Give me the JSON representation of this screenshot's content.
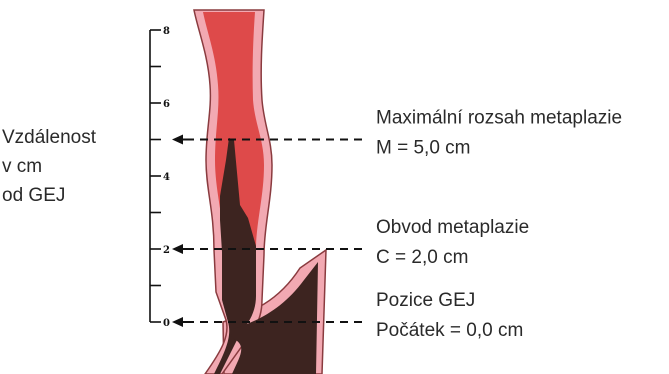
{
  "axis_title": {
    "lines": [
      "Vzdálenost",
      "v cm",
      "od GEJ"
    ]
  },
  "scale": {
    "min": 0,
    "max": 8,
    "labeled_ticks": [
      "0",
      "2",
      "4",
      "6",
      "8"
    ]
  },
  "markers": [
    {
      "id": "maximal-extent",
      "level_cm": 5,
      "line1": "Maximální rozsah metaplazie",
      "line2": "M = 5,0 cm"
    },
    {
      "id": "circumferential",
      "level_cm": 2,
      "line1": "Obvod metaplazie",
      "line2": "C = 2,0 cm"
    },
    {
      "id": "gej-position",
      "level_cm": 0,
      "line1": "Pozice GEJ",
      "line2": "Počátek = 0,0 cm"
    }
  ],
  "colors": {
    "squamous_mucosa": "#de4a4a",
    "barrett_mucosa": "#3d2420",
    "wall": "#f2a9b2",
    "wall_edge": "#8a3b3f",
    "text": "#2a2a2a",
    "arrow": "#111111"
  }
}
